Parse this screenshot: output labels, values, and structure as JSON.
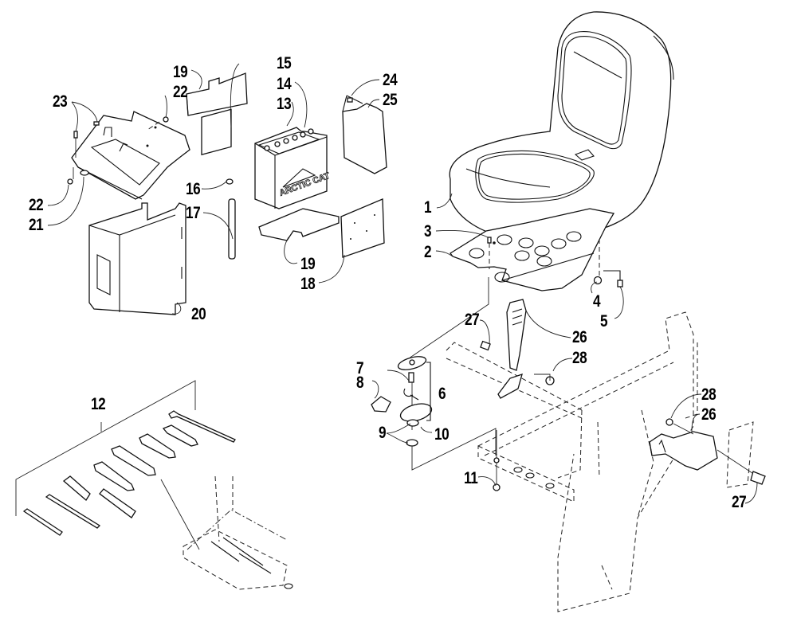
{
  "diagram": {
    "title": "Seat, Battery Box and Tool Kit Assembly Exploded View",
    "battery_brand_label": "ARCTIC CAT",
    "callouts": [
      {
        "id": "c1",
        "label": "1",
        "part": "seat"
      },
      {
        "id": "c2",
        "label": "2",
        "part": "seat-base-plate"
      },
      {
        "id": "c3",
        "label": "3",
        "part": "seat-screw"
      },
      {
        "id": "c4",
        "label": "4",
        "part": "nut"
      },
      {
        "id": "c5",
        "label": "5",
        "part": "bolt"
      },
      {
        "id": "c6",
        "label": "6",
        "part": "seat-latch-assembly"
      },
      {
        "id": "c7",
        "label": "7",
        "part": "latch-pin"
      },
      {
        "id": "c8",
        "label": "8",
        "part": "latch-handle"
      },
      {
        "id": "c9",
        "label": "9",
        "part": "washers"
      },
      {
        "id": "c10",
        "label": "10",
        "part": "latch-screw"
      },
      {
        "id": "c11",
        "label": "11",
        "part": "lock-nut"
      },
      {
        "id": "c12",
        "label": "12",
        "part": "tool-kit"
      },
      {
        "id": "c13",
        "label": "13",
        "part": "battery"
      },
      {
        "id": "c14",
        "label": "14",
        "part": "battery-caps"
      },
      {
        "id": "c15",
        "label": "15",
        "part": "battery-label"
      },
      {
        "id": "c16",
        "label": "16",
        "part": "cap"
      },
      {
        "id": "c17",
        "label": "17",
        "part": "vent-tube"
      },
      {
        "id": "c18",
        "label": "18",
        "part": "battery-pad-plate"
      },
      {
        "id": "c19a",
        "label": "19",
        "part": "foam-pad-top"
      },
      {
        "id": "c19b",
        "label": "19",
        "part": "foam-pad-bottom"
      },
      {
        "id": "c20",
        "label": "20",
        "part": "battery-box"
      },
      {
        "id": "c21",
        "label": "21",
        "part": "grommet"
      },
      {
        "id": "c22a",
        "label": "22",
        "part": "nut-top"
      },
      {
        "id": "c22b",
        "label": "22",
        "part": "nut-bottom"
      },
      {
        "id": "c23",
        "label": "23",
        "part": "screws"
      },
      {
        "id": "c24",
        "label": "24",
        "part": "push-rivet"
      },
      {
        "id": "c25",
        "label": "25",
        "part": "battery-cover"
      },
      {
        "id": "c26a",
        "label": "26",
        "part": "seat-belt-buckle"
      },
      {
        "id": "c26b",
        "label": "26",
        "part": "seat-belt-retractor"
      },
      {
        "id": "c27a",
        "label": "27",
        "part": "bolt-buckle"
      },
      {
        "id": "c27b",
        "label": "27",
        "part": "bolt-retractor"
      },
      {
        "id": "c28a",
        "label": "28",
        "part": "nut-buckle"
      },
      {
        "id": "c28b",
        "label": "28",
        "part": "nut-retractor"
      }
    ]
  }
}
